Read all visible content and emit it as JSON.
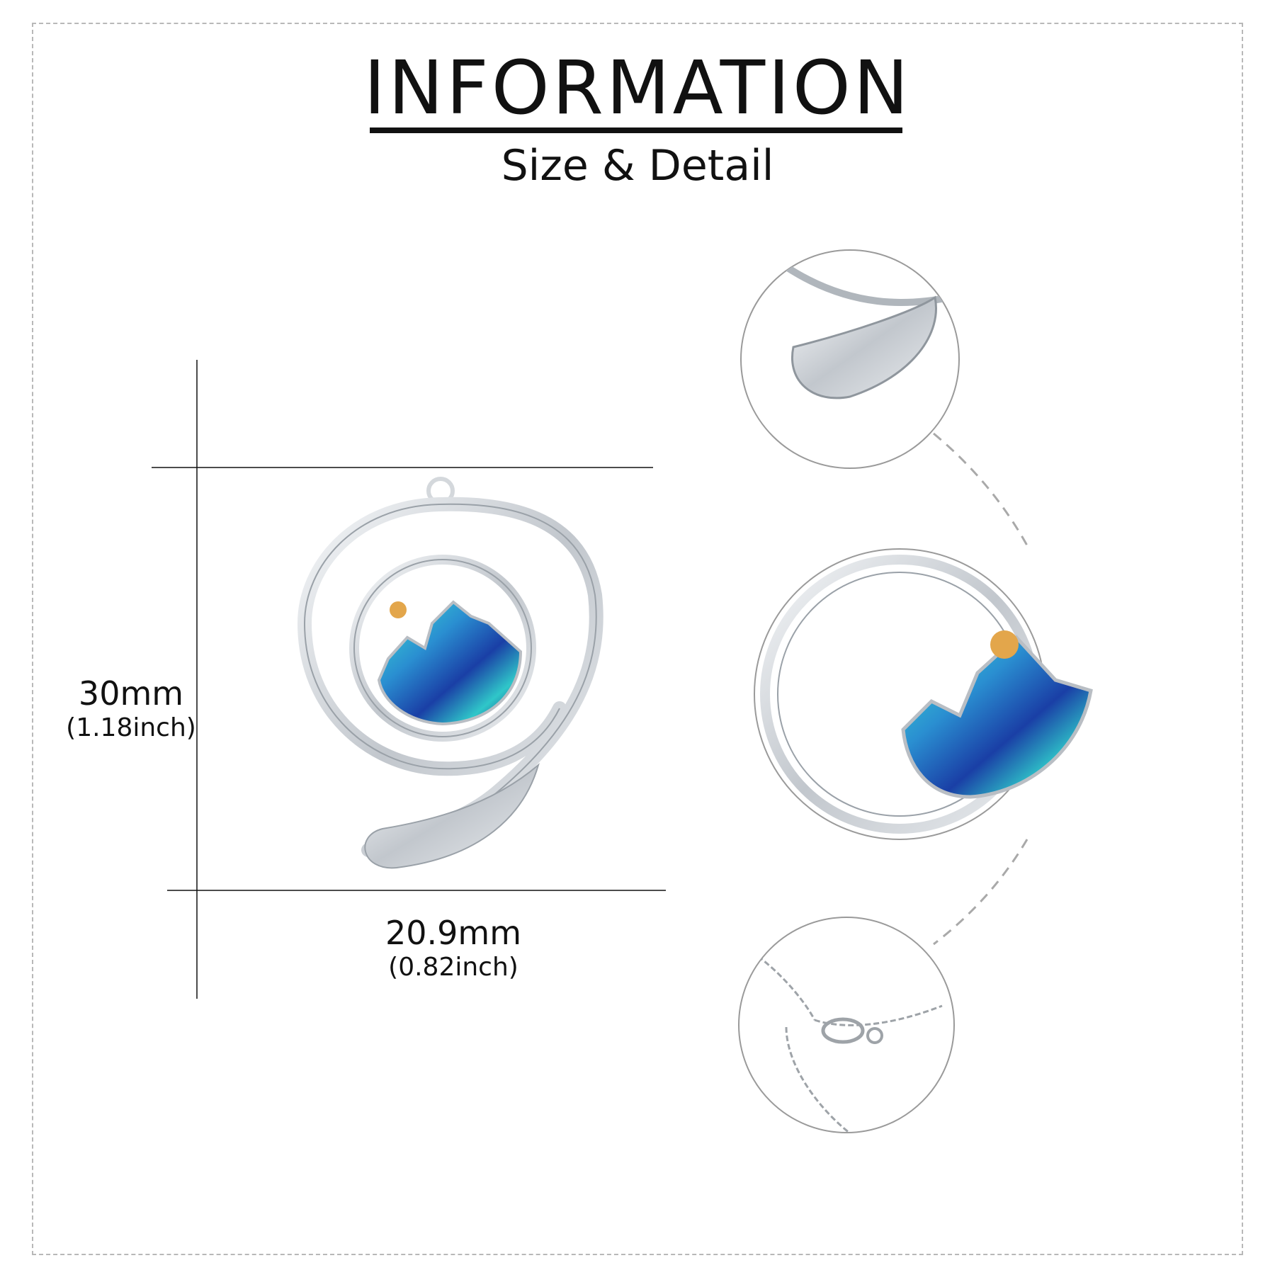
{
  "header": {
    "title": "INFORMATION",
    "subtitle": "Size & Detail"
  },
  "dimensions": {
    "height_mm": "30mm",
    "height_in": "(1.18inch)",
    "width_mm": "20.9mm",
    "width_in": "(0.82inch)"
  },
  "colors": {
    "silver": "#c9ced3",
    "abalone_teal": "#2fc7c9",
    "abalone_blue": "#1a3fa6",
    "sun": "#e3a64b",
    "line": "#111111",
    "dashed_connector": "#a9a9a9"
  },
  "detail_views": [
    "top-curve-closeup",
    "pendant-center-closeup",
    "chain-clasp-closeup"
  ]
}
